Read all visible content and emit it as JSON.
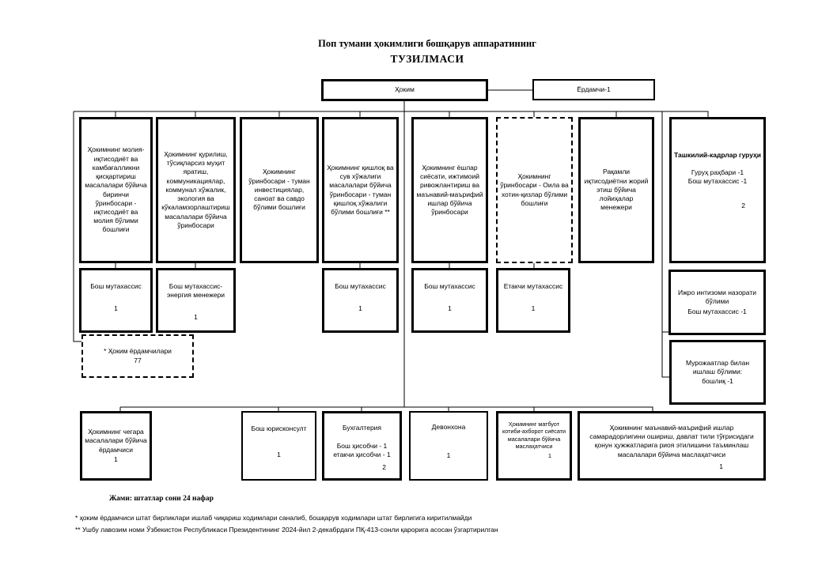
{
  "colors": {
    "line": "#000000",
    "background": "#ffffff"
  },
  "title": {
    "line1": "Поп тумани ҳокимлиги бошқарув аппаратининг",
    "line2": "ТУЗИЛМАСИ"
  },
  "top": {
    "hokim": "Ҳоким",
    "assistant": "Ёрдамчи-1"
  },
  "row1": [
    {
      "label": "Ҳокимнинг молия-иқтисодиёт ва камбағалликни қисқартириш масалалари бўйича биринчи ўринбосари - иқтисодиёт ва молия бўлими бошлиғи"
    },
    {
      "label": "Ҳокимнинг қурилиш, тўсиқларсиз муҳит яратиш, коммуникациялар, коммунал хўжалик, экология ва кўкаламзорлаштириш масалалари бўйича ўринбосари"
    },
    {
      "label": "Ҳокимнинг ўринбосари - туман инвестициялар, саноат ва савдо бўлими бошлиғи"
    },
    {
      "label": "Ҳокимнинг қишлоқ ва сув хўжалиги масалалари бўйича ўринбосари - туман қишлоқ хўжалиги бўлими бошлиғи **"
    },
    {
      "label": "Ҳокимнинг ёшлар сиёсати, ижтимоий ривожлантириш ва маънавий-маърифий ишлар бўйича ўринбосари"
    },
    {
      "label": "Ҳокимнинг ўринбосари - Оила ва хотин-қизлар бўлими бошлиғи"
    },
    {
      "label": "Рақамли иқтисодиётни жорий этиш бўйича лойиҳалар менежери"
    }
  ],
  "org_group": {
    "title": "Ташкилий-кадрлар гуруҳи",
    "line1": "Гуруҳ раҳбари -1",
    "line2": "Бош мутахассис -1",
    "count": "2"
  },
  "row2": [
    {
      "label": "Бош мутахассис",
      "count": "1"
    },
    {
      "label": "Бош мутахассис- энергия менежери",
      "count": "1"
    },
    {
      "label": "Бош мутахассис",
      "count": "1"
    },
    {
      "label": "Бош мутахассис",
      "count": "1"
    },
    {
      "label": "Етакчи мутахассис",
      "count": "1"
    }
  ],
  "helpers_box": {
    "label": "* Ҳоким ёрдамчилари",
    "count": "77"
  },
  "right_column": {
    "discipline": {
      "line1": "Ижро интизоми назорати бўлими",
      "line2": "Бош мутахассис -1"
    },
    "appeals": {
      "line1": "Мурожаатлар билан ишлаш бўлими:",
      "line2": "бошлиқ -1"
    }
  },
  "bottom_row": [
    {
      "label": "Ҳокимнинг чегара масалалари бўйича ёрдамчиси",
      "count": "1"
    },
    {
      "label": "Бош юрисконсулт",
      "count": "1"
    },
    {
      "title": "Бухгалтерия",
      "line1": "Бош ҳисобчи - 1",
      "line2": "етакчи ҳисобчи - 1",
      "count": "2"
    },
    {
      "label": "Девонхона",
      "count": "1"
    },
    {
      "label": "Ҳокимнинг матбуот котиби-ахборот сиёсати масалалари бўйича маслаҳатчиси",
      "count": "1"
    },
    {
      "label": "Ҳокимнинг маънавий-маърифий ишлар самарадорлигини ошириш, давлат тили тўғрисидаги қонун ҳужжатларига риоя этилишини таъминлаш масалалари бўйича маслаҳатчиси",
      "count": "1"
    }
  ],
  "footer": {
    "total": "Жами: штатлар сони 24 нафар",
    "note1": "* ҳоким ёрдамчиси штат бирликлари ишлаб чиқариш ходимлари саналиб, бошқарув ходимлари штат бирлигига киритилмайди",
    "note2": "** Ушбу лавозим номи Ўзбекистон Республикаси Президентининг 2024-йил 2-декабрдаги ПҚ-413-сонли қарорига асосан ўзгартирилган"
  }
}
